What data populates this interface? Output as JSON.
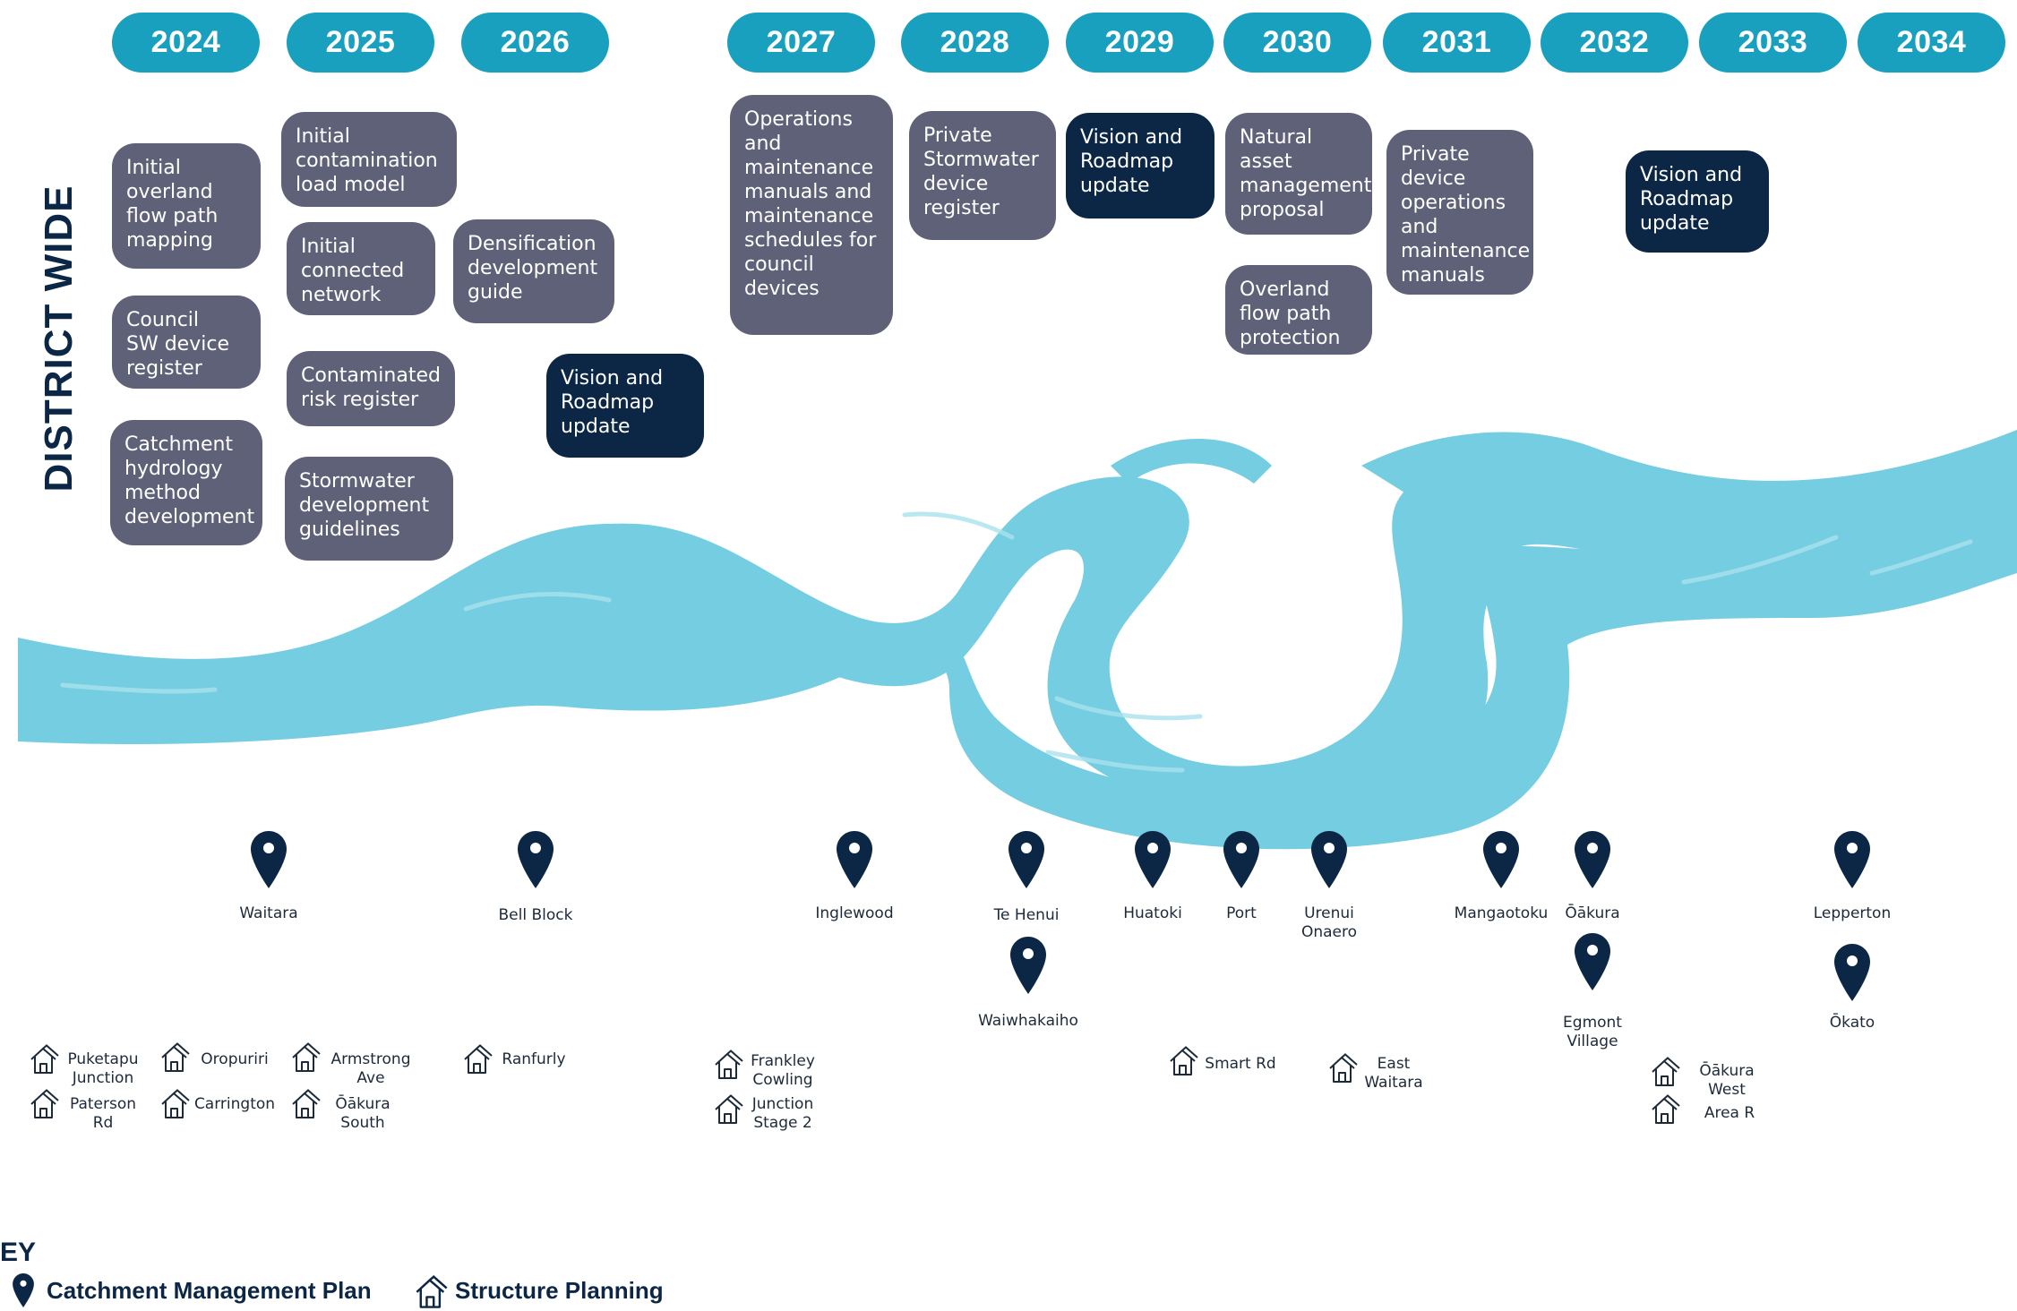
{
  "years": [
    "2024",
    "2025",
    "2026",
    "2027",
    "2028",
    "2029",
    "2030",
    "2031",
    "2032",
    "2033",
    "2034"
  ],
  "side_label": "DISTRICT WIDE",
  "cards": [
    {
      "text": "Initial\noverland\nflow path\nmapping",
      "style": "grey"
    },
    {
      "text": "Council\nSW device\nregister",
      "style": "grey"
    },
    {
      "text": "Catchment\nhydrology\nmethod\ndevelopment",
      "style": "grey"
    },
    {
      "text": "Initial\ncontamination\nload model",
      "style": "grey"
    },
    {
      "text": "Initial\nconnected\nnetwork",
      "style": "grey"
    },
    {
      "text": "Contaminated\nrisk register",
      "style": "grey"
    },
    {
      "text": "Stormwater\ndevelopment\nguidelines",
      "style": "grey"
    },
    {
      "text": "Densification\ndevelopment\nguide",
      "style": "grey"
    },
    {
      "text": "Vision and\nRoadmap\nupdate",
      "style": "navy"
    },
    {
      "text": "Operations\nand\nmaintenance\nmanuals and\nmaintenance\nschedules for\ncouncil\ndevices",
      "style": "grey"
    },
    {
      "text": "Private\nStormwater\ndevice\nregister",
      "style": "grey"
    },
    {
      "text": "Vision and\nRoadmap\nupdate",
      "style": "navy"
    },
    {
      "text": "Natural\nasset\nmanagement\nproposal",
      "style": "grey"
    },
    {
      "text": "Overland\nflow path\nprotection",
      "style": "grey"
    },
    {
      "text": "Private\ndevice\noperations\nand\nmaintenance\nmanuals",
      "style": "grey"
    },
    {
      "text": "Vision and\nRoadmap\nupdate",
      "style": "navy"
    }
  ],
  "catchments": [
    "Waitara",
    "Bell Block",
    "Inglewood",
    "Te Henui",
    "Waiwhakaiho",
    "Huatoki",
    "Port",
    "Urenui\nOnaero",
    "Mangaotoku",
    "Ōākura",
    "Egmont\nVillage",
    "Lepperton",
    "Ōkato"
  ],
  "structure_plans": [
    "Puketapu\nJunction",
    "Paterson\nRd",
    "Oropuriri",
    "Carrington",
    "Armstrong\nAve",
    "Ōākura\nSouth",
    "Ranfurly",
    "Frankley\nCowling",
    "Junction\nStage 2",
    "Smart Rd",
    "East\nWaitara",
    "Ōākura\nWest",
    "Area R"
  ],
  "key": {
    "title": "EY",
    "catchment": "Catchment Management Plan",
    "structure": "Structure Planning"
  },
  "colors": {
    "year": "#1aa0bf",
    "grey_card": "#5f6178",
    "navy_card": "#0c2745",
    "river": "#74cde1",
    "pin": "#0c2745"
  }
}
